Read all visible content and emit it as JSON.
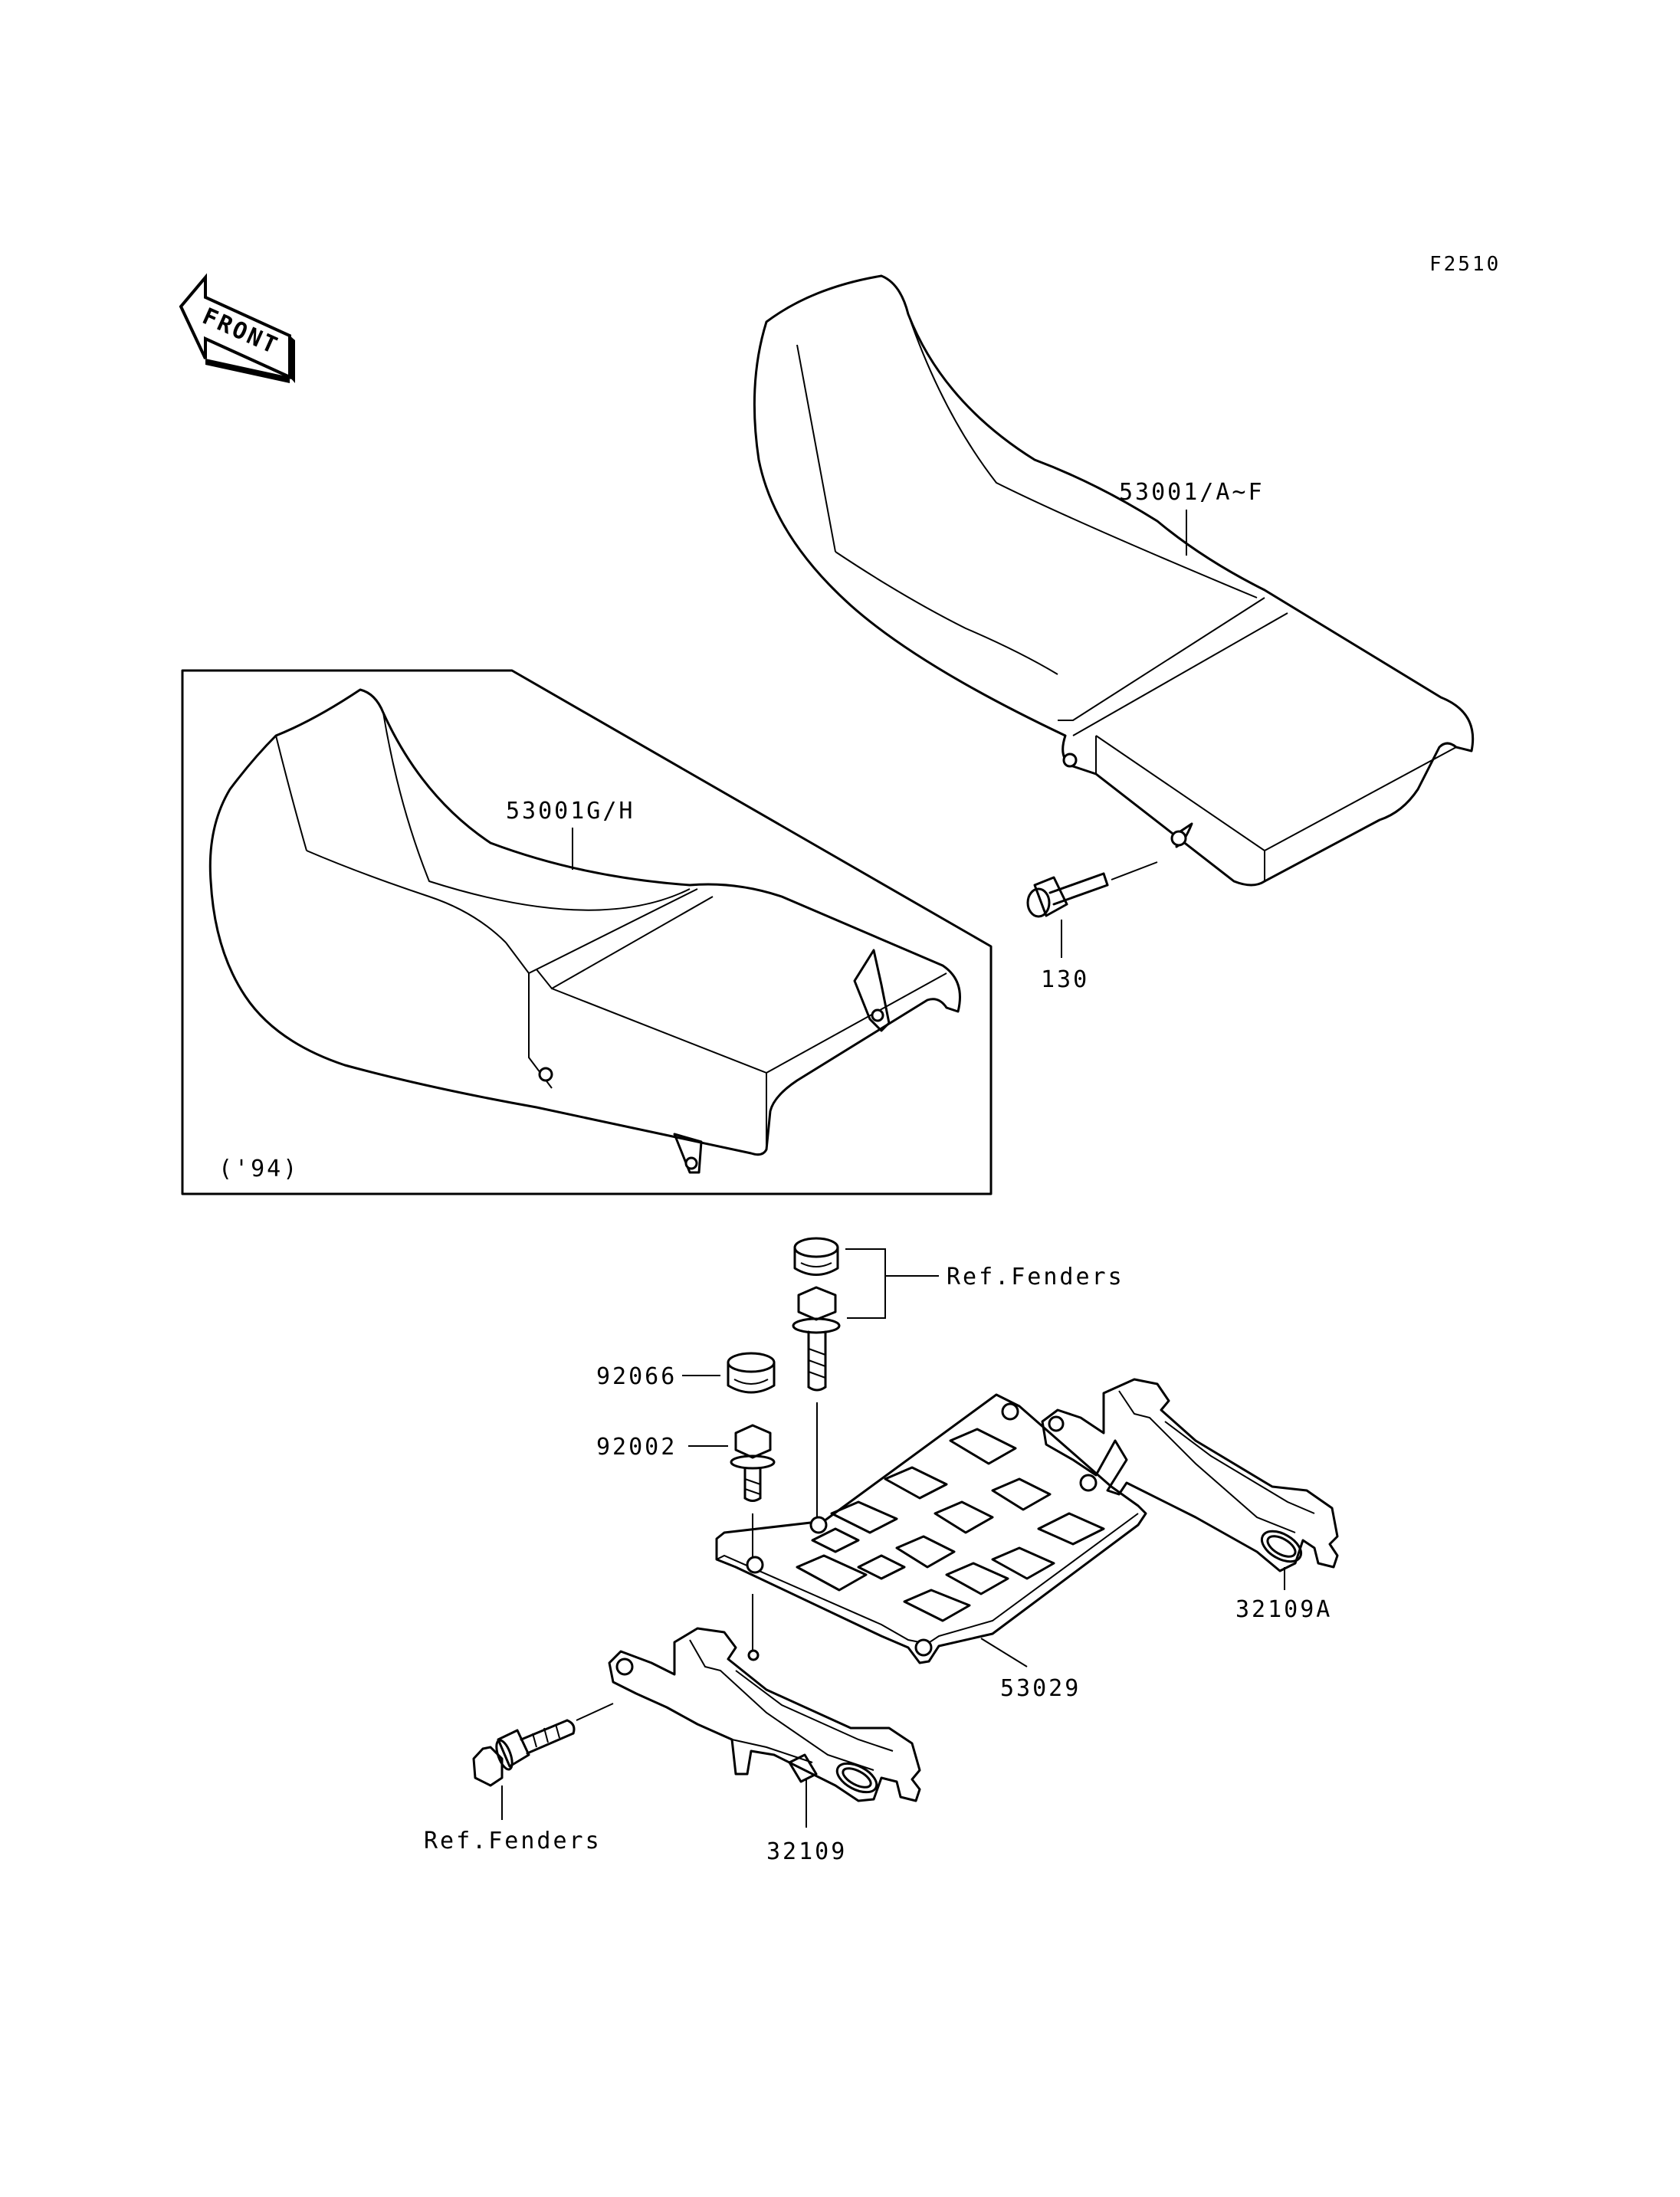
{
  "diagram_code": "F2510",
  "front_arrow": {
    "text": "FRONT",
    "icon": "front-direction-arrow-icon"
  },
  "labels": {
    "seat_main": "53001/A~F",
    "seat_94": "53001G/H",
    "bolt_130": "130",
    "inset_year": "('94)",
    "ref_fenders_top": "Ref.Fenders",
    "cap_92066": "92066",
    "bolt_92002": "92002",
    "plate_53029": "53029",
    "bracket_32109A": "32109A",
    "bracket_32109": "32109",
    "ref_fenders_bottom": "Ref.Fenders"
  }
}
